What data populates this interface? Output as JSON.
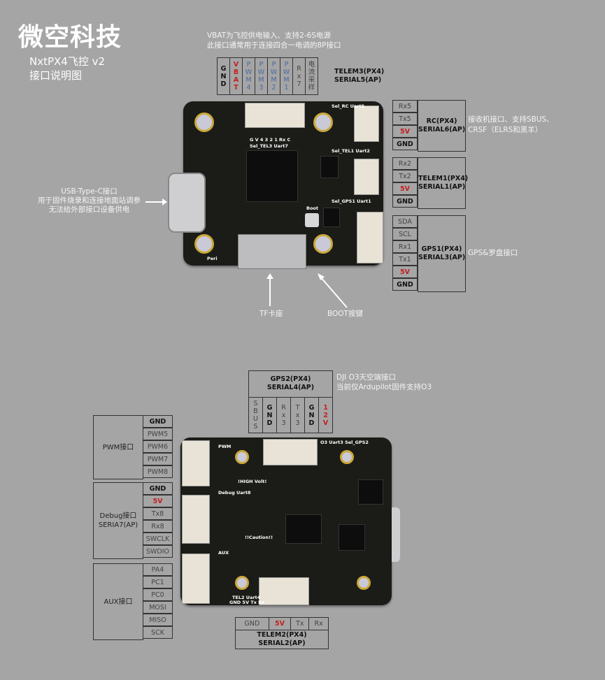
{
  "brand": "微空科技",
  "subtitle": [
    "NxtPX4飞控 v2",
    "接口说明图"
  ],
  "top_note": [
    "VBAT为飞控供电输入、支持2-6S电源",
    "此接口通常用于连接四合一电调的8P接口"
  ],
  "telem3": {
    "pins": [
      {
        "text": "GND",
        "style": "bold"
      },
      {
        "text": "VBAT",
        "style": "red"
      },
      {
        "text": "PWM4",
        "style": "blue"
      },
      {
        "text": "PWM3",
        "style": "blue"
      },
      {
        "text": "PWM2",
        "style": "blue"
      },
      {
        "text": "PWM1",
        "style": "blue"
      },
      {
        "text": "Rx7",
        "style": "pin"
      },
      {
        "text": "电流采样",
        "style": "pin"
      }
    ],
    "label": [
      "TELEM3(PX4)",
      "SERIAL5(AP)"
    ]
  },
  "rc": {
    "pins": [
      {
        "text": "Rx5",
        "style": "pin"
      },
      {
        "text": "Tx5",
        "style": "pin"
      },
      {
        "text": "5V",
        "style": "red"
      },
      {
        "text": "GND",
        "style": "bold"
      }
    ],
    "label": [
      "RC(PX4)",
      "SERIAL6(AP)"
    ],
    "note": [
      "接收机接口、支持SBUS、",
      "CRSF（ELRS和黑羊）"
    ]
  },
  "telem1": {
    "pins": [
      {
        "text": "Rx2",
        "style": "pin"
      },
      {
        "text": "Tx2",
        "style": "pin"
      },
      {
        "text": "5V",
        "style": "red"
      },
      {
        "text": "GND",
        "style": "bold"
      }
    ],
    "label": [
      "TELEM1(PX4)",
      "SERIAL1(AP)"
    ]
  },
  "gps1": {
    "pins": [
      {
        "text": "SDA",
        "style": "pin"
      },
      {
        "text": "SCL",
        "style": "pin"
      },
      {
        "text": "Rx1",
        "style": "pin"
      },
      {
        "text": "Tx1",
        "style": "pin"
      },
      {
        "text": "5V",
        "style": "red"
      },
      {
        "text": "GND",
        "style": "bold"
      }
    ],
    "label": [
      "GPS1(PX4)",
      "SERIAL3(AP)"
    ],
    "note": "GPS&罗盘接口"
  },
  "usb_note": [
    "USB-Type-C接口",
    "用于固件烧录和连接地面站调参",
    "无法给外部接口设备供电"
  ],
  "tf_label": "TF卡座",
  "boot_label": "BOOT按键",
  "gps2": {
    "label": [
      "GPS2(PX4)",
      "SERIAL4(AP)"
    ],
    "pins": [
      {
        "text": "SBUS",
        "style": "pin"
      },
      {
        "text": "GND",
        "style": "bold"
      },
      {
        "text": "Rx3",
        "style": "pin"
      },
      {
        "text": "Tx3",
        "style": "pin"
      },
      {
        "text": "GND",
        "style": "bold"
      },
      {
        "text": "12V",
        "style": "red"
      }
    ],
    "note": [
      "DJI O3天空端接口",
      "当前仅Ardupilot固件支持O3"
    ]
  },
  "pwm": {
    "label": [
      "PWM接口"
    ],
    "pins": [
      {
        "text": "GND",
        "style": "bold"
      },
      {
        "text": "PWM5",
        "style": "pin"
      },
      {
        "text": "PWM6",
        "style": "pin"
      },
      {
        "text": "PWM7",
        "style": "pin"
      },
      {
        "text": "PWM8",
        "style": "pin"
      }
    ]
  },
  "debug": {
    "label": [
      "Debug接口",
      "SERIA7(AP)"
    ],
    "pins": [
      {
        "text": "GND",
        "style": "bold"
      },
      {
        "text": "5V",
        "style": "red"
      },
      {
        "text": "Tx8",
        "style": "pin"
      },
      {
        "text": "Rx8",
        "style": "pin"
      },
      {
        "text": "SWCLK",
        "style": "pin"
      },
      {
        "text": "SWDIO",
        "style": "pin"
      }
    ]
  },
  "aux": {
    "label": [
      "AUX接口"
    ],
    "pins": [
      {
        "text": "PA4",
        "style": "pin"
      },
      {
        "text": "PC1",
        "style": "pin"
      },
      {
        "text": "PC0",
        "style": "pin"
      },
      {
        "text": "MOSI",
        "style": "pin"
      },
      {
        "text": "MISO",
        "style": "pin"
      },
      {
        "text": "SCK",
        "style": "pin"
      }
    ]
  },
  "telem2": {
    "pins": [
      {
        "text": "GND",
        "style": "pin"
      },
      {
        "text": "5V",
        "style": "red"
      },
      {
        "text": "Tx",
        "style": "pin"
      },
      {
        "text": "Rx",
        "style": "pin"
      }
    ],
    "label": [
      "TELEM2(PX4)",
      "SERIAL2(AP)"
    ]
  },
  "silkscreen_top": {
    "gv": "G V 4 3 2 1 Rx C",
    "sel_tel3": "Sel_TEL3 Uart7",
    "sel_rc": "Sel_RC Uart5",
    "sel_tel1": "Sel_TEL1 Uart2",
    "sel_gps1": "Sel_GPS1 Uart1",
    "boot": "Boot",
    "peri": "Peri"
  },
  "silkscreen_bottom": {
    "pwm": "PWM",
    "debug": "Debug Uart8",
    "aux": "AUX",
    "high_volt": "!HIGH Volt!",
    "caution": "!!Caution!!",
    "o3": "O3 Uart3 Sel_GPS2",
    "tel2": "TEL2 Uart4",
    "tel2_pins": "GND 5V Tx Rx"
  }
}
